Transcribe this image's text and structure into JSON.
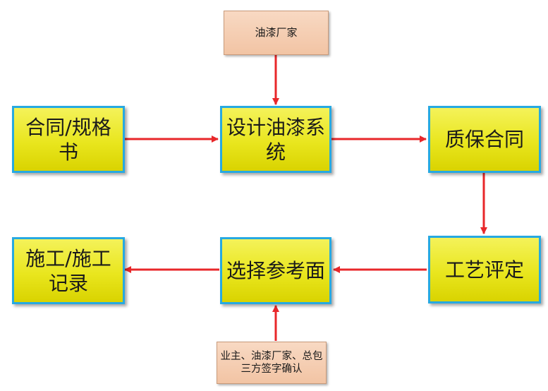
{
  "diagram": {
    "nodes": {
      "paint_maker": "油漆厂家",
      "contract_spec": "合同/规格书",
      "design_paint_system": "设计油漆系统",
      "warranty_contract": "质保合同",
      "process_qualification": "工艺评定",
      "select_reference": "选择参考面",
      "construction_record": "施工/施工记录",
      "tripartite_signoff": "业主、油漆厂家、总包三方签字确认"
    },
    "colors": {
      "main_fill": "#ecea22",
      "main_border": "#27a9e1",
      "note_fill": "#f4c8a8",
      "arrow": "#e8272a"
    }
  }
}
